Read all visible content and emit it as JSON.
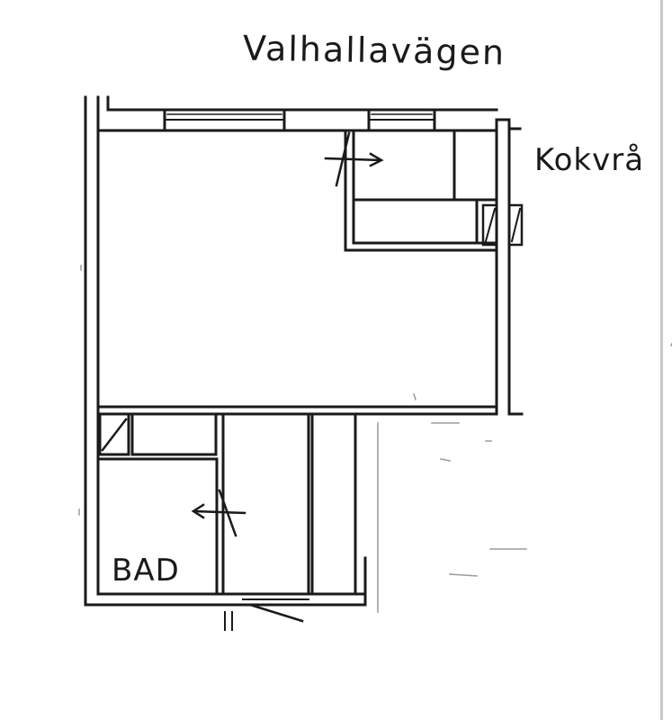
{
  "labels": {
    "street": "Valhallavägen",
    "kitchen": "Kokvrå",
    "bathroom": "BAD"
  },
  "colors": {
    "ink": "#1a1a1a",
    "paper": "#ffffff"
  }
}
